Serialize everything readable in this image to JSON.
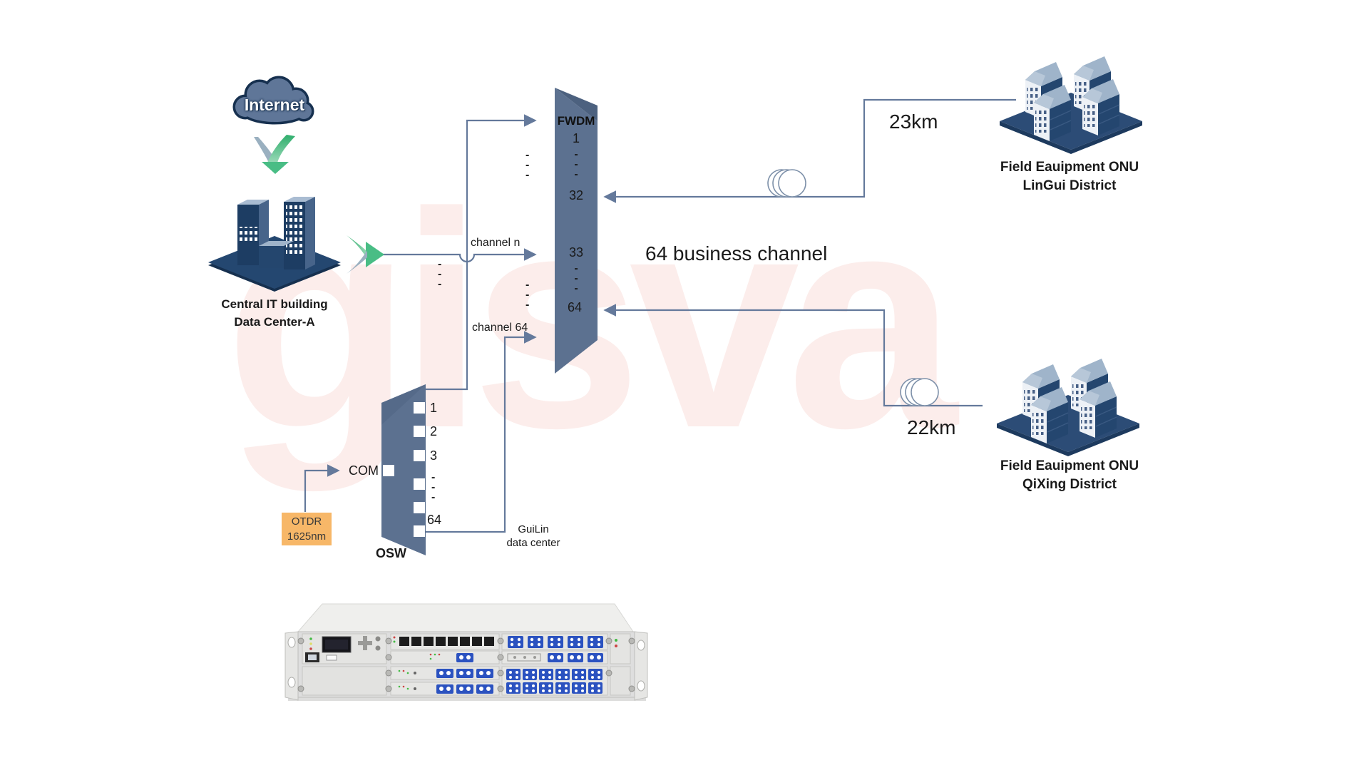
{
  "watermark": "gisva",
  "cloud": {
    "label": "Internet"
  },
  "data_center": {
    "line1": "Central IT building",
    "line2": "Data Center-A"
  },
  "channel_labels": {
    "channel_n": "channel n",
    "channel_64": "channel 64",
    "business": "64 business channel"
  },
  "dashes": "-\n-\n-",
  "fwdm": {
    "title": "FWDM",
    "port_1": "1",
    "port_32": "32",
    "port_33": "33",
    "port_64": "64"
  },
  "osw": {
    "title": "OSW",
    "com": "COM",
    "port_1": "1",
    "port_2": "2",
    "port_3": "3",
    "port_64": "64"
  },
  "otdr": {
    "line1": "OTDR",
    "line2": "1625nm"
  },
  "guilin": {
    "line1": "GuiLin",
    "line2": "data center"
  },
  "sites": {
    "lingui": {
      "distance": "23km",
      "line1": "Field Eauipment ONU",
      "line2": "LinGui District"
    },
    "qixing": {
      "distance": "22km",
      "line1": "Field Eauipment ONU",
      "line2": "QiXing District"
    }
  },
  "colors": {
    "line": "#64799b",
    "shape": "#5c7190",
    "otdr_bg": "#f7b768",
    "watermark_pink": "#fcedeb",
    "green_arrow": "#3cb878"
  }
}
